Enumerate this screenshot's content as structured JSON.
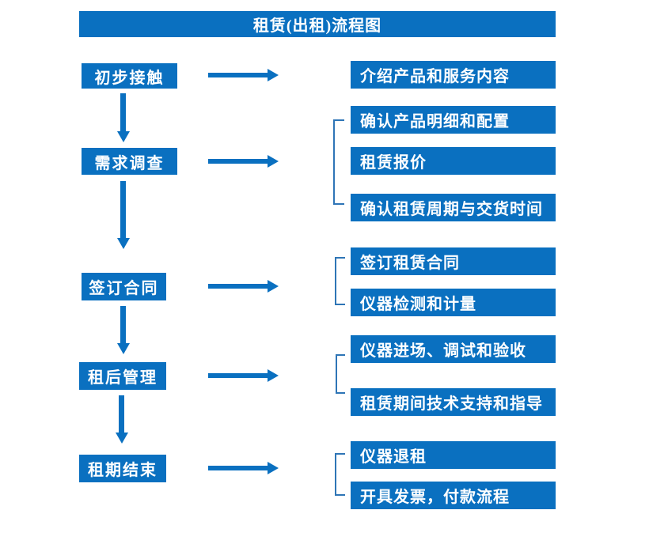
{
  "title": "租赁(出租)流程图",
  "colors": {
    "primary_blue": "#0a70c0",
    "bracket_blue": "#2e75b6",
    "text_white": "#ffffff",
    "background": "#ffffff"
  },
  "steps": [
    {
      "label": "初步接触",
      "details": [
        "介绍产品和服务内容"
      ]
    },
    {
      "label": "需求调查",
      "details": [
        "确认产品明细和配置",
        "租赁报价",
        "确认租赁周期与交货时间"
      ]
    },
    {
      "label": "签订合同",
      "details": [
        "签订租赁合同",
        "仪器检测和计量"
      ]
    },
    {
      "label": "租后管理",
      "details": [
        "仪器进场、调试和验收",
        "租赁期间技术支持和指导"
      ]
    },
    {
      "label": "租期结束",
      "details": [
        "仪器退租",
        "开具发票，付款流程"
      ]
    }
  ]
}
